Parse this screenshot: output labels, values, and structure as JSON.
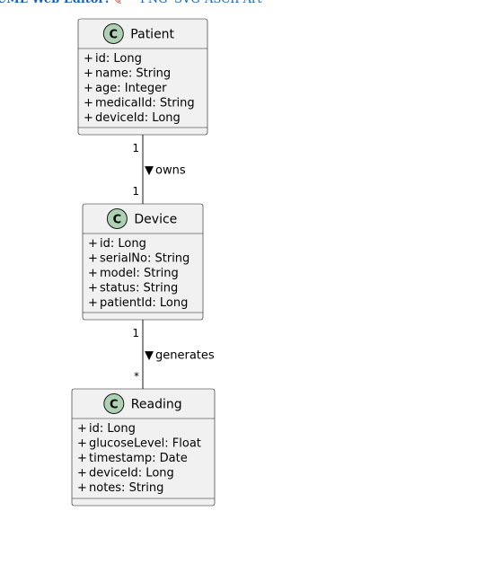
{
  "header": {
    "editor_link": "UML Web Editor!",
    "editor_icon": "pencil-icon",
    "format_links": [
      "PNG",
      "SVG",
      "ASCII Art"
    ]
  },
  "colors": {
    "class_fill": "#f1f1f1",
    "class_border": "#181818",
    "circle_fill": "#add1b2",
    "link_color": "#1a63b5"
  },
  "diagram": {
    "classes": [
      {
        "id": "patient",
        "stereotype": "C",
        "name": "Patient",
        "attributes": [
          {
            "visibility": "+",
            "text": "id: Long"
          },
          {
            "visibility": "+",
            "text": "name: String"
          },
          {
            "visibility": "+",
            "text": "age: Integer"
          },
          {
            "visibility": "+",
            "text": "medicalId: String"
          },
          {
            "visibility": "+",
            "text": "deviceId: Long"
          }
        ]
      },
      {
        "id": "device",
        "stereotype": "C",
        "name": "Device",
        "attributes": [
          {
            "visibility": "+",
            "text": "id: Long"
          },
          {
            "visibility": "+",
            "text": "serialNo: String"
          },
          {
            "visibility": "+",
            "text": "model: String"
          },
          {
            "visibility": "+",
            "text": "status: String"
          },
          {
            "visibility": "+",
            "text": "patientId: Long"
          }
        ]
      },
      {
        "id": "reading",
        "stereotype": "C",
        "name": "Reading",
        "attributes": [
          {
            "visibility": "+",
            "text": "id: Long"
          },
          {
            "visibility": "+",
            "text": "glucoseLevel: Float"
          },
          {
            "visibility": "+",
            "text": "timestamp: Date"
          },
          {
            "visibility": "+",
            "text": "deviceId: Long"
          },
          {
            "visibility": "+",
            "text": "notes: String"
          }
        ]
      }
    ],
    "relations": [
      {
        "from": "patient",
        "to": "device",
        "from_mult": "1",
        "to_mult": "1",
        "label": "owns",
        "arrow": "▼"
      },
      {
        "from": "device",
        "to": "reading",
        "from_mult": "1",
        "to_mult": "*",
        "label": "generates",
        "arrow": "▼"
      }
    ]
  }
}
